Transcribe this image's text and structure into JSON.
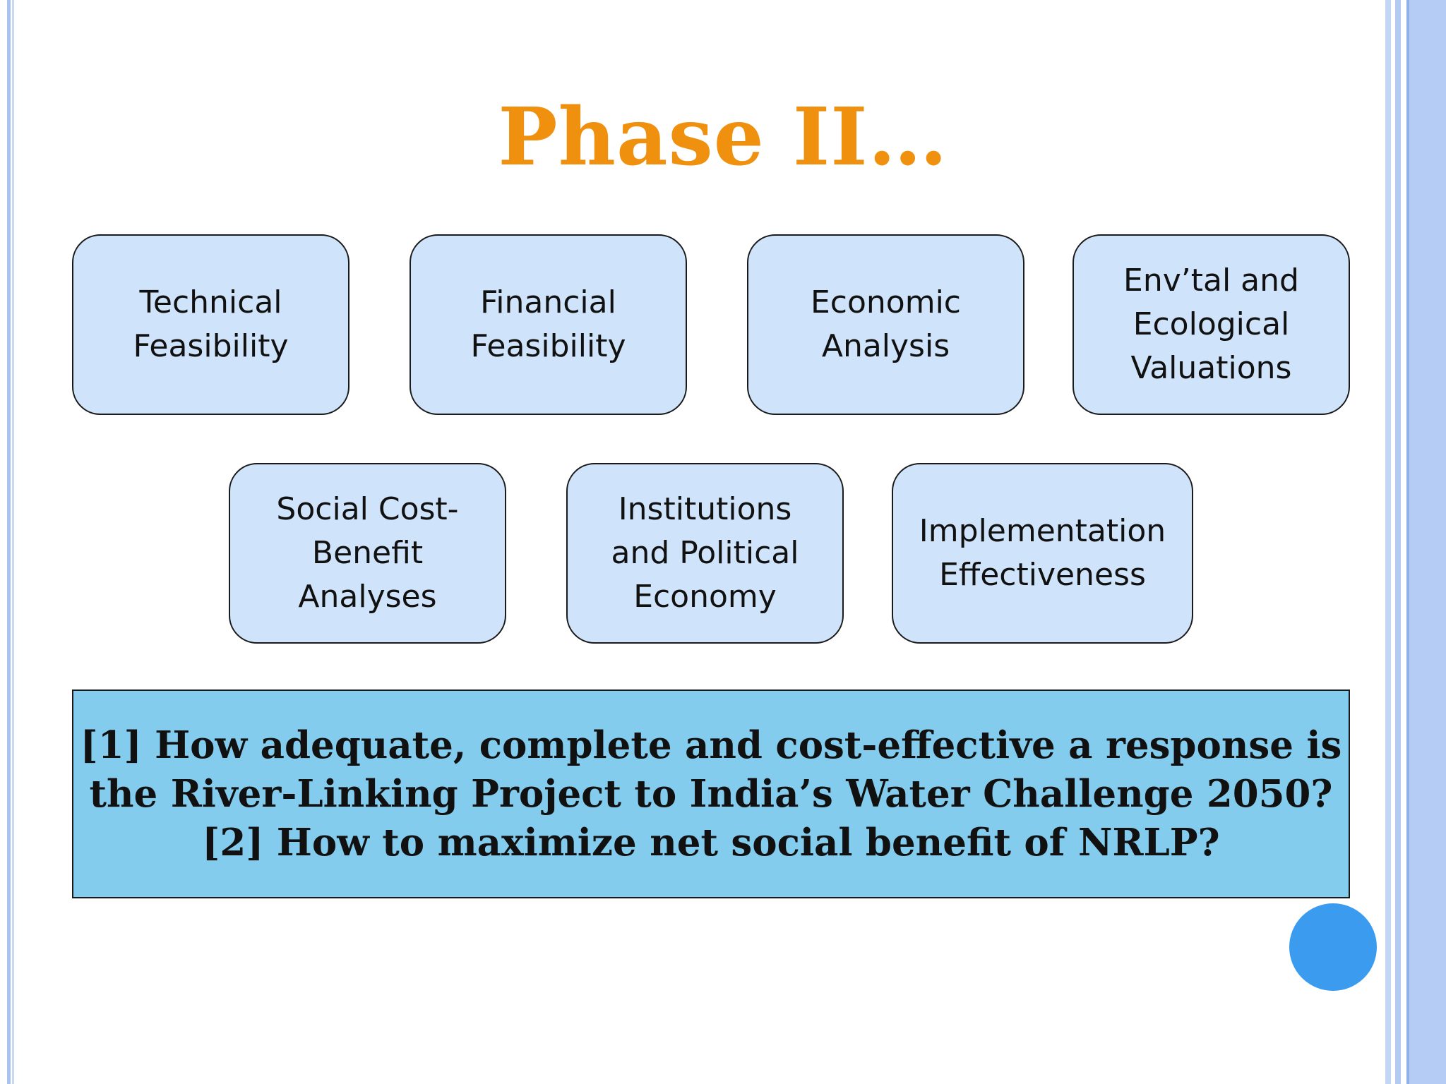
{
  "slide": {
    "title": "Phase II…",
    "components_row1": [
      {
        "line1": "Technical",
        "line2": "Feasibility"
      },
      {
        "line1": "Financial",
        "line2": "Feasibility"
      },
      {
        "line1": "Economic",
        "line2": "Analysis"
      },
      {
        "line1": "Env’tal and",
        "line2": "Ecological",
        "line3": "Valuations"
      }
    ],
    "components_row2": [
      {
        "line1": "Social Cost-",
        "line2": "Benefit",
        "line3": "Analyses"
      },
      {
        "line1": "Institutions",
        "line2": "and Political",
        "line3": "Economy"
      },
      {
        "line1": "Implementation",
        "line2": "Effectiveness"
      }
    ],
    "questions": {
      "line1": "[1] How adequate, complete and cost-effective a response is",
      "line2": "the River-Linking Project to India’s Water Challenge 2050?",
      "line3": "[2] How to maximize net social benefit of NRLP?"
    }
  },
  "colors": {
    "title": "#f0900f",
    "box_fill": "#cfe3fa",
    "question_fill": "#84ccee",
    "accent_circle": "#3b9bef",
    "stripe": "#b5cdf4"
  }
}
